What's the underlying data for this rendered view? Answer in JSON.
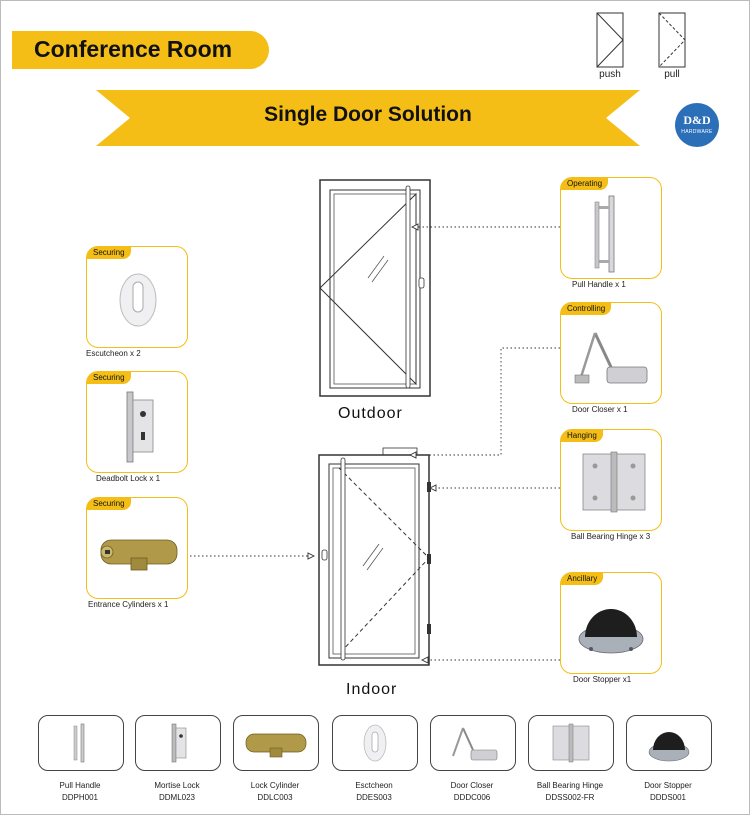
{
  "header": {
    "title": "Conference Room",
    "banner": "Single Door Solution",
    "logo_main": "D&D",
    "logo_sub": "HARDWARE",
    "legend": {
      "push": "push",
      "pull": "pull"
    }
  },
  "doors": {
    "outdoor": "Outdoor",
    "indoor": "Indoor"
  },
  "left_cards": [
    {
      "tag": "Securing",
      "caption": "Escutcheon x 2"
    },
    {
      "tag": "Securing",
      "caption": "Deadbolt Lock x 1"
    },
    {
      "tag": "Securing",
      "caption": "Entrance Cylinders x 1"
    }
  ],
  "right_cards": [
    {
      "tag": "Operating",
      "caption": "Pull Handle x 1"
    },
    {
      "tag": "Controlling",
      "caption": "Door Closer x 1"
    },
    {
      "tag": "Hanging",
      "caption": "Ball Bearing Hinge x 3"
    },
    {
      "tag": "Ancillary",
      "caption": "Door Stopper x1"
    }
  ],
  "products": [
    {
      "name": "Pull Handle",
      "code": "DDPH001"
    },
    {
      "name": "Mortise Lock",
      "code": "DDML023"
    },
    {
      "name": "Lock Cylinder",
      "code": "DDLC003"
    },
    {
      "name": "Esctcheon",
      "code": "DDES003"
    },
    {
      "name": "Door Closer",
      "code": "DDDC006"
    },
    {
      "name": "Ball Bearing Hinge",
      "code": "DDSS002-FR"
    },
    {
      "name": "Door Stopper",
      "code": "DDDS001"
    }
  ],
  "colors": {
    "accent": "#F4BE17",
    "logo": "#2B6FB8"
  }
}
